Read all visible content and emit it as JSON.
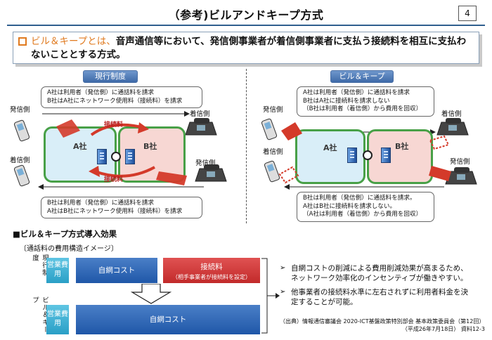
{
  "title": "（参考)ビルアンドキープ方式",
  "page_number": "4",
  "intro": {
    "lead": "ビル＆キープとは、",
    "text": "音声通信等において、発信側事業者が着信側事業者に支払う接続料を相互に支払わないこととする方式。"
  },
  "left_panel": {
    "label": "現行制度",
    "note_top": [
      "A社は利用者（発信側）に通話料を請求",
      "B社はA社にネットワーク使用料（接続料）を請求"
    ],
    "note_bottom": [
      "B社は利用者（発信側）に通話料を請求",
      "A社はB社にネットワーク使用料（接続料）を請求"
    ],
    "caller_top": "発信側",
    "receiver_top": "着信側",
    "receiver_left": "着信側",
    "caller_right": "発信側",
    "company_a": "A社",
    "company_b": "B社",
    "fee_top": "接続料",
    "fee_bottom": "接続料"
  },
  "right_panel": {
    "label": "ビル＆キープ",
    "note_top": [
      "A社は利用者（発信側）に通話料を請求",
      "B社はA社に接続料を請求しない",
      "（B社は利用者（着信側）から費用を回収）"
    ],
    "note_bottom": [
      "B社は利用者（発信側）に通話料を請求。",
      "A社はB社に接続料を請求しない。",
      "（A社は利用者（着信側）から費用を回収）"
    ],
    "caller_top": "発信側",
    "receiver_top": "着信側",
    "receiver_left": "着信側",
    "caller_right": "発信側",
    "company_a": "A社",
    "company_b": "B社"
  },
  "effects": {
    "heading": "■ビル＆キープ方式導入効果",
    "subheading": "〔通話料の費用構造イメージ〕",
    "row1_label": "現行制度",
    "row2_label": "ビル＆キープ",
    "sales_cost": "営業費用",
    "own_network_cost": "自網コスト",
    "interconnection_fee": "接続料",
    "interconnection_note": "（相手事業者が接続料を設定）",
    "bullets": [
      "自網コストの削減による費用削減効果が高まるため、ネットワーク効率化のインセンティブが働きやすい。",
      "他事業者の接続料水準に左右されずに利用者料金を決定することが可能。"
    ],
    "source": [
      "（出典）情報通信審議会 2020-ICT基盤政策特別部会 基本政策委員会（第12回）",
      "（平成26年7月18日） 資料12-3"
    ]
  },
  "colors": {
    "accent_orange": "#e07a1f",
    "network_green": "#48a047",
    "arrow_red": "#d43a2a",
    "bar_blue": "#1f57a8",
    "bar_cyan": "#2a9fc6",
    "bar_red": "#c22a2a"
  }
}
